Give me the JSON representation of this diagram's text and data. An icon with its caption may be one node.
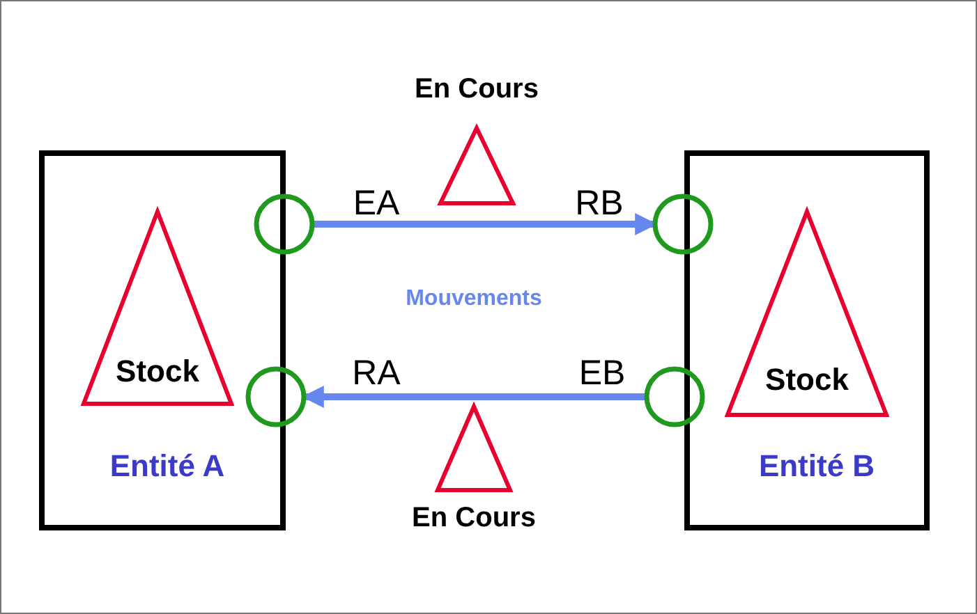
{
  "diagram": {
    "nodes": [
      {
        "text": [
          "Entité A"
        ]
      },
      {
        "text": [
          "Stock"
        ],
        "in": 0
      },
      {
        "text": [
          "Entité B"
        ]
      },
      {
        "text": [
          "Stock"
        ],
        "in": 2
      },
      {
        "text": [
          "En Cours"
        ]
      },
      {
        "text": [
          "En Cours"
        ]
      },
      {
        "text": [],
        "shape": "circle"
      },
      {
        "text": [],
        "shape": "circle"
      },
      {
        "text": [],
        "shape": "circle"
      },
      {
        "text": [],
        "shape": "circle"
      }
    ],
    "edges": [
      {
        "from": 6,
        "to": 7,
        "arrow": "to"
      },
      {
        "from": 9,
        "to": 8,
        "arrow": "to"
      }
    ],
    "labels": [
      "EA",
      "RB",
      "Mouvements",
      "RA",
      "EB"
    ]
  }
}
